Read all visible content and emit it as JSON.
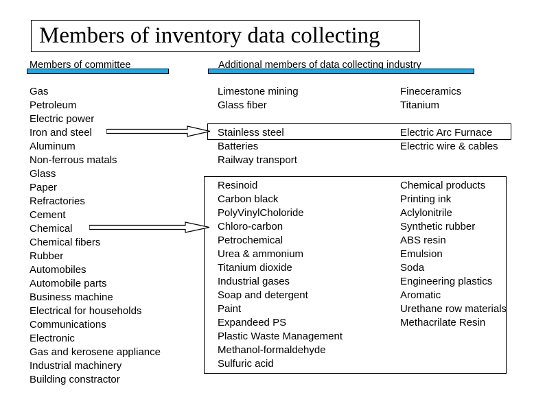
{
  "slide": {
    "title": "Members of inventory data collecting",
    "accent_color": "#1CA9E8"
  },
  "headers": {
    "left": "Members of committee",
    "right": "Additional members of data collecting industry"
  },
  "committee_members": [
    "Gas",
    "Petroleum",
    "Electric power",
    "Iron and steel",
    "Aluminum",
    "Non-ferrous matals",
    "Glass",
    "Paper",
    "Refractories",
    "Cement",
    "Chemical",
    "Chemical fibers",
    "Rubber",
    "Automobiles",
    "Automobile parts",
    "Business machine",
    "Electrical for households",
    "Communications",
    "Electronic",
    "Gas and kerosene appliance",
    "Industrial machinery",
    "Building constractor"
  ],
  "additional_top": {
    "left": [
      "Limestone mining",
      "Glass fiber"
    ],
    "right": [
      "Fineceramics",
      "Titanium"
    ]
  },
  "steel_group": {
    "left": [
      "Stainless steel",
      "Batteries",
      "Railway transport"
    ],
    "right": [
      "Electric Arc Furnace",
      "Electric wire & cables"
    ]
  },
  "chemical_group": {
    "left": [
      "Resinoid",
      "Carbon black",
      "PolyVinylCholoride",
      "Chloro-carbon",
      "Petrochemical",
      "Urea & ammonium",
      "Titanium dioxide",
      "Industrial gases",
      "Soap and detergent",
      "Paint",
      "Expandeed PS",
      "Plastic Waste Management",
      "Methanol-formaldehyde",
      "Sulfuric acid"
    ],
    "right": [
      "Chemical products",
      "Printing ink",
      "Aclylonitrile",
      "Synthetic rubber",
      "ABS resin",
      "Emulsion",
      "Soda",
      "Engineering plastics",
      "Aromatic",
      "Urethane row materials",
      "Methacrilate Resin"
    ]
  },
  "connectors": [
    {
      "from": "Iron and steel",
      "to": "Stainless steel group"
    },
    {
      "from": "Chemical",
      "to": "Chemical group"
    }
  ]
}
